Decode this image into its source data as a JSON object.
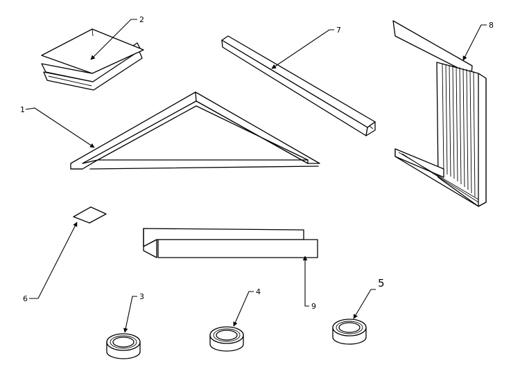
{
  "labels": {
    "part1": "1",
    "part2": "2",
    "part3": "3",
    "part4": "4",
    "part5": "5",
    "part6": "6",
    "part7": "7",
    "part8": "8",
    "part9": "9"
  }
}
